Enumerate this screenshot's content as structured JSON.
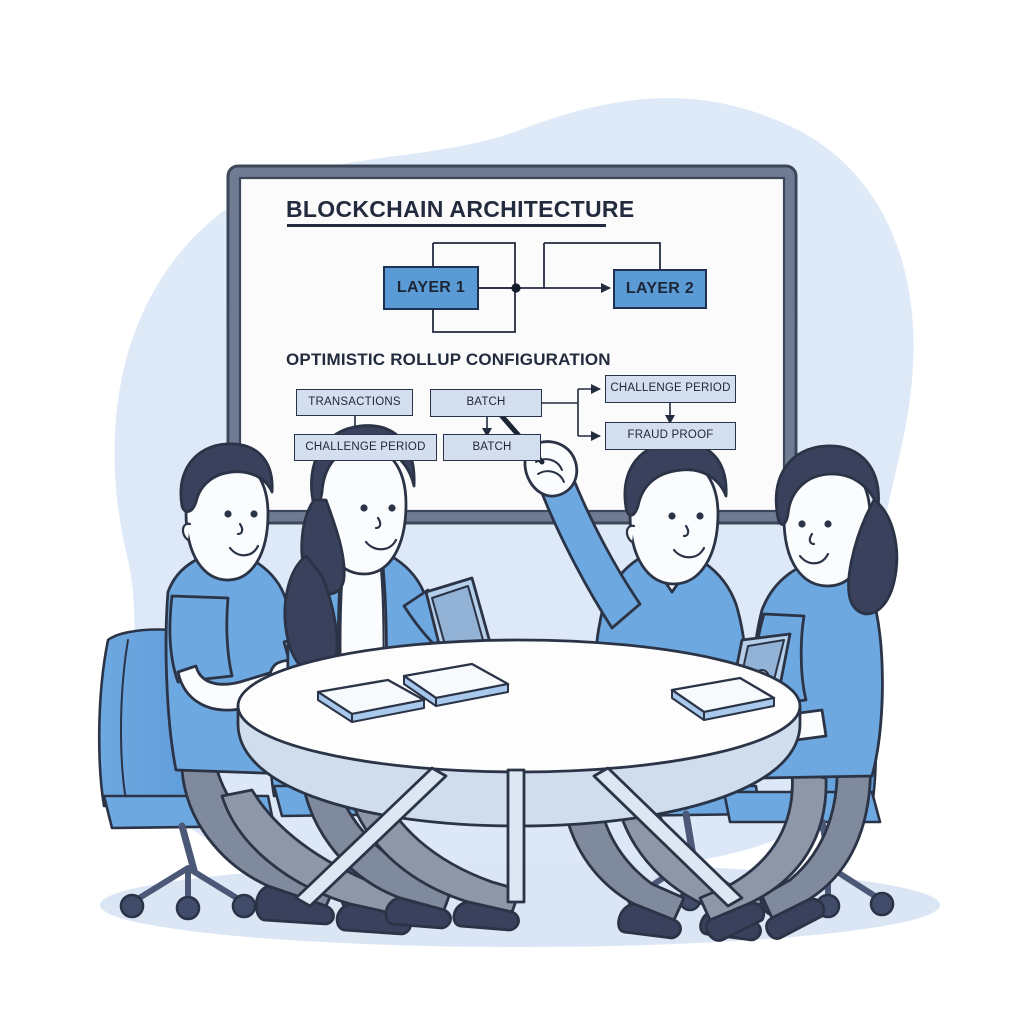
{
  "scene": {
    "title": "Team meeting at round table in front of whiteboard",
    "background_color": "#ffffff",
    "blob_color": "#dce8f7",
    "floor_shadow_color": "#dbe6f5"
  },
  "whiteboard": {
    "frame_color": "#6f7b93",
    "frame_inner_color": "#3c4759",
    "surface_color": "#fbfbfc",
    "title": "BLOCKCHAIN ARCHITECTURE",
    "subtitle": "OPTIMISTIC ROLLUP CONFIGURATION",
    "diagrams": [
      {
        "name": "layer-diagram",
        "node_fill": "#5b9bd5",
        "node_border": "#1f3150",
        "nodes": [
          {
            "id": "layer1",
            "label": "LAYER 1"
          },
          {
            "id": "layer2",
            "label": "LAYER 2"
          }
        ],
        "connectors": [
          {
            "from": "layer1",
            "to": "junction",
            "style": "line"
          },
          {
            "from": "junction",
            "to": "layer2",
            "style": "arrow"
          },
          {
            "from": "layer1",
            "to": "junction",
            "style": "bracket-top"
          },
          {
            "from": "layer1",
            "to": "junction",
            "style": "bracket-bottom"
          },
          {
            "from": "junction",
            "to": "layer2",
            "style": "bracket-top"
          }
        ]
      },
      {
        "name": "rollup-diagram",
        "node_fill": "#d3dfef",
        "node_border": "#283449",
        "nodes": [
          {
            "id": "n-transactions",
            "label": "TRANSACTIONS"
          },
          {
            "id": "n-challenge-left",
            "label": "CHALLENGE PERIOD"
          },
          {
            "id": "n-batch-top",
            "label": "BATCH"
          },
          {
            "id": "n-batch-bottom",
            "label": "BATCH"
          },
          {
            "id": "n-challenge-right",
            "label": "CHALLENGE PERIOD"
          },
          {
            "id": "n-fraud-proof",
            "label": "FRAUD PROOF"
          }
        ],
        "connectors": [
          {
            "from": "n-transactions",
            "to": "n-challenge-left",
            "style": "arrow-down"
          },
          {
            "from": "n-batch-top",
            "to": "n-batch-bottom",
            "style": "arrow-down"
          },
          {
            "from": "n-batch-top",
            "to": "n-challenge-right",
            "style": "arrow-branch-up"
          },
          {
            "from": "n-batch-top",
            "to": "n-fraud-proof",
            "style": "arrow-branch-down"
          },
          {
            "from": "n-challenge-right",
            "to": "n-fraud-proof",
            "style": "arrow-down"
          }
        ]
      }
    ]
  },
  "people": [
    {
      "id": "person-left",
      "role": "attendee",
      "hair": "short-dark",
      "top": "blue-polo-shirt",
      "holding": "tablet",
      "seated": true
    },
    {
      "id": "person-second",
      "role": "attendee",
      "hair": "ponytail-dark",
      "top": "blue-cardigan-over-white",
      "holding": "tablet",
      "seated": true
    },
    {
      "id": "person-presenter",
      "role": "presenter",
      "hair": "short-dark",
      "top": "blue-sweater-with-collar",
      "holding": "pointer-stick",
      "seated": true,
      "arm_raised": true
    },
    {
      "id": "person-right",
      "role": "attendee",
      "hair": "ponytail-dark",
      "top": "blue-t-shirt",
      "holding": "tablet",
      "seated": true
    }
  ],
  "furniture": {
    "table": {
      "name": "round-meeting-table",
      "surface_color": "#fdfdfe",
      "edge_color": "#bfd2ea"
    },
    "chairs_count": 4,
    "chair_color": "#6ea8e0",
    "items_on_table": [
      {
        "name": "notebook",
        "count": 4,
        "color": "#f5f8fc"
      },
      {
        "name": "open-book",
        "count": 1,
        "color": "#ffffff"
      }
    ]
  },
  "palette": {
    "outline": "#2b3447",
    "blue_mid": "#6ea8e0",
    "blue_light": "#a9c9ec",
    "blue_pale": "#dce8f7",
    "gray_pants": "#7f8a9c",
    "navy_dark": "#39415c",
    "skin": "#fbfcfd"
  }
}
